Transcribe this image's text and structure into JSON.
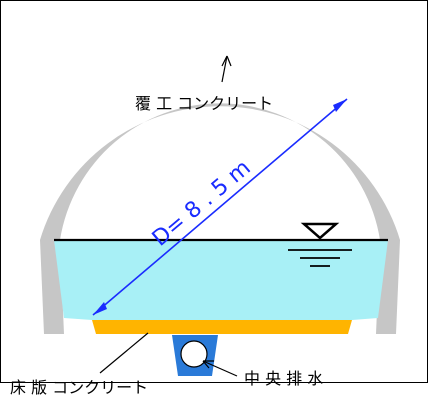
{
  "labels": {
    "lining_concrete": "覆 工 コンクリート",
    "floor_slab_concrete": "床 版 コンクリート",
    "central_drainage": "中 央 排 水",
    "diameter": "D= 8 . 5 m"
  },
  "symbols": {
    "water_level": "water-level-triangle"
  },
  "colors": {
    "lining": "#c6c6c6",
    "water": "#a8f0f6",
    "floor_slab": "#ffb400",
    "drain_block": "#2a7ad8",
    "dimension": "#1a2cff",
    "outline": "#000000"
  }
}
